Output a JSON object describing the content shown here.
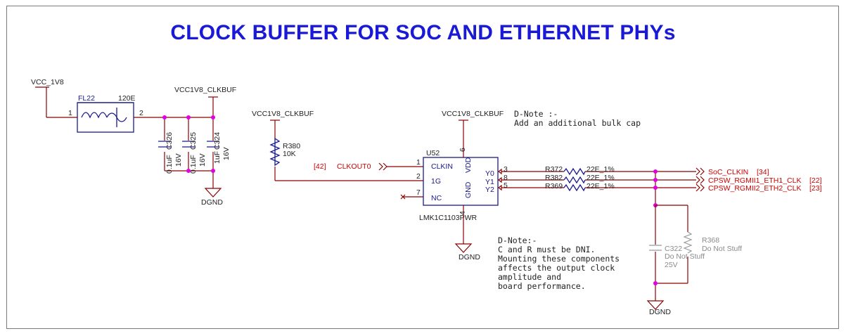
{
  "title": "CLOCK BUFFER FOR SOC AND ETHERNET PHYs",
  "power_nets": {
    "vcc_1v8": "VCC_1V8",
    "vcc_clkbuf_1": "VCC1V8_CLKBUF",
    "vcc_clkbuf_2": "VCC1V8_CLKBUF",
    "vcc_clkbuf_3": "VCC1V8_CLKBUF"
  },
  "grounds": {
    "g1": "DGND",
    "g2": "DGND",
    "g3": "DGND"
  },
  "ferrite": {
    "ref": "FL22",
    "value": "120E",
    "pin1": "1",
    "pin2": "2"
  },
  "capacitors": [
    {
      "ref": "C326",
      "value": "0.1uF",
      "voltage": "16V"
    },
    {
      "ref": "C325",
      "value": "0.1uF",
      "voltage": "16V"
    },
    {
      "ref": "C324",
      "value": "1uF",
      "voltage": "16V"
    }
  ],
  "pullup": {
    "ref": "R380",
    "value": "10K"
  },
  "clkout": {
    "sheet": "[42]",
    "net": "CLKOUT0"
  },
  "ic": {
    "ref": "U52",
    "part": "LMK1C1103PWR",
    "pins": {
      "clkin": "CLKIN",
      "clkin_num": "1",
      "g1": "1G",
      "g1_num": "2",
      "nc": "NC",
      "nc_num": "7",
      "vdd": "VDD",
      "vdd_num": "6",
      "gnd": "GND",
      "gnd_num": "4",
      "y0": "Y0",
      "y0_num": "3",
      "y1": "Y1",
      "y1_num": "8",
      "y2": "Y2",
      "y2_num": "5"
    }
  },
  "series_resistors": [
    {
      "ref": "R372",
      "value": "22E_1%"
    },
    {
      "ref": "R382",
      "value": "22E_1%"
    },
    {
      "ref": "R369",
      "value": "22E_1%"
    }
  ],
  "outputs": [
    {
      "net": "SoC_CLKIN",
      "sheet": "[34]"
    },
    {
      "net": "CPSW_RGMII1_ETH1_CLK",
      "sheet": "[22]"
    },
    {
      "net": "CPSW_RGMII2_ETH2_CLK",
      "sheet": "[23]"
    }
  ],
  "dni_parts": {
    "c322_ref": "C322",
    "c322_note": "Do Not Stuff",
    "c322_volt": "25V",
    "r368_ref": "R368",
    "r368_note": "Do Not Stuff"
  },
  "notes": {
    "note1": [
      "D-Note :-",
      "Add an additional bulk cap"
    ],
    "note2": [
      "D-Note:-",
      "C and R must be DNI.",
      "Mounting these components",
      "affects the  output clock",
      "amplitude and",
      "board performance."
    ]
  }
}
